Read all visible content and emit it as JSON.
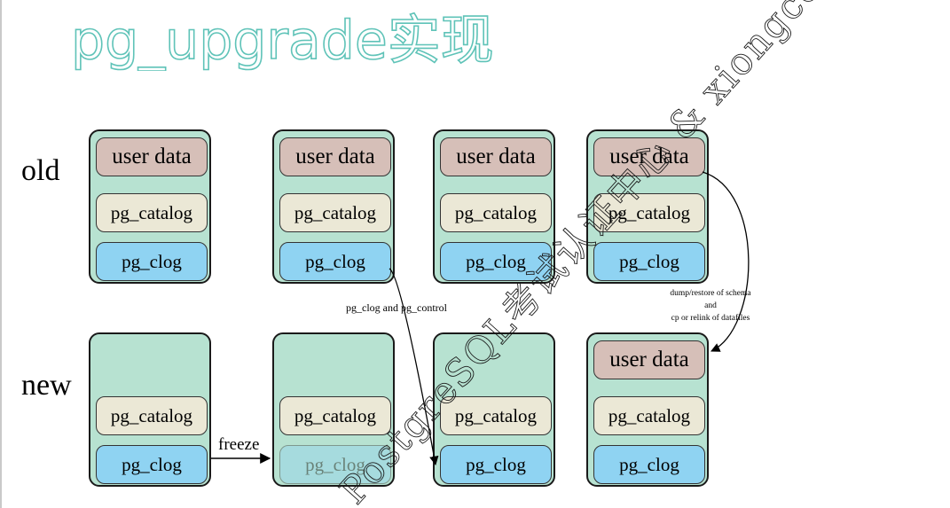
{
  "title": "pg_upgrade实现",
  "row_labels": {
    "old": "old",
    "new": "new"
  },
  "blocks": {
    "user_data": "user data",
    "catalog": "pg_catalog",
    "clog": "pg_clog"
  },
  "labels": {
    "freeze": "freeze",
    "clog_control": "pg_clog and pg_control",
    "dump_line1": "dump/restore of schema",
    "dump_line2": "and",
    "dump_line3": "cp or relink of datafiles"
  },
  "watermark": "PostgreSQL考试认证中心 & xiongcc",
  "colors": {
    "title_outline": "#5fc3b8",
    "container": "#b7e2d1",
    "user_data": "#d6bfb8",
    "catalog": "#ebe8d6",
    "clog": "#8fd3f2"
  }
}
